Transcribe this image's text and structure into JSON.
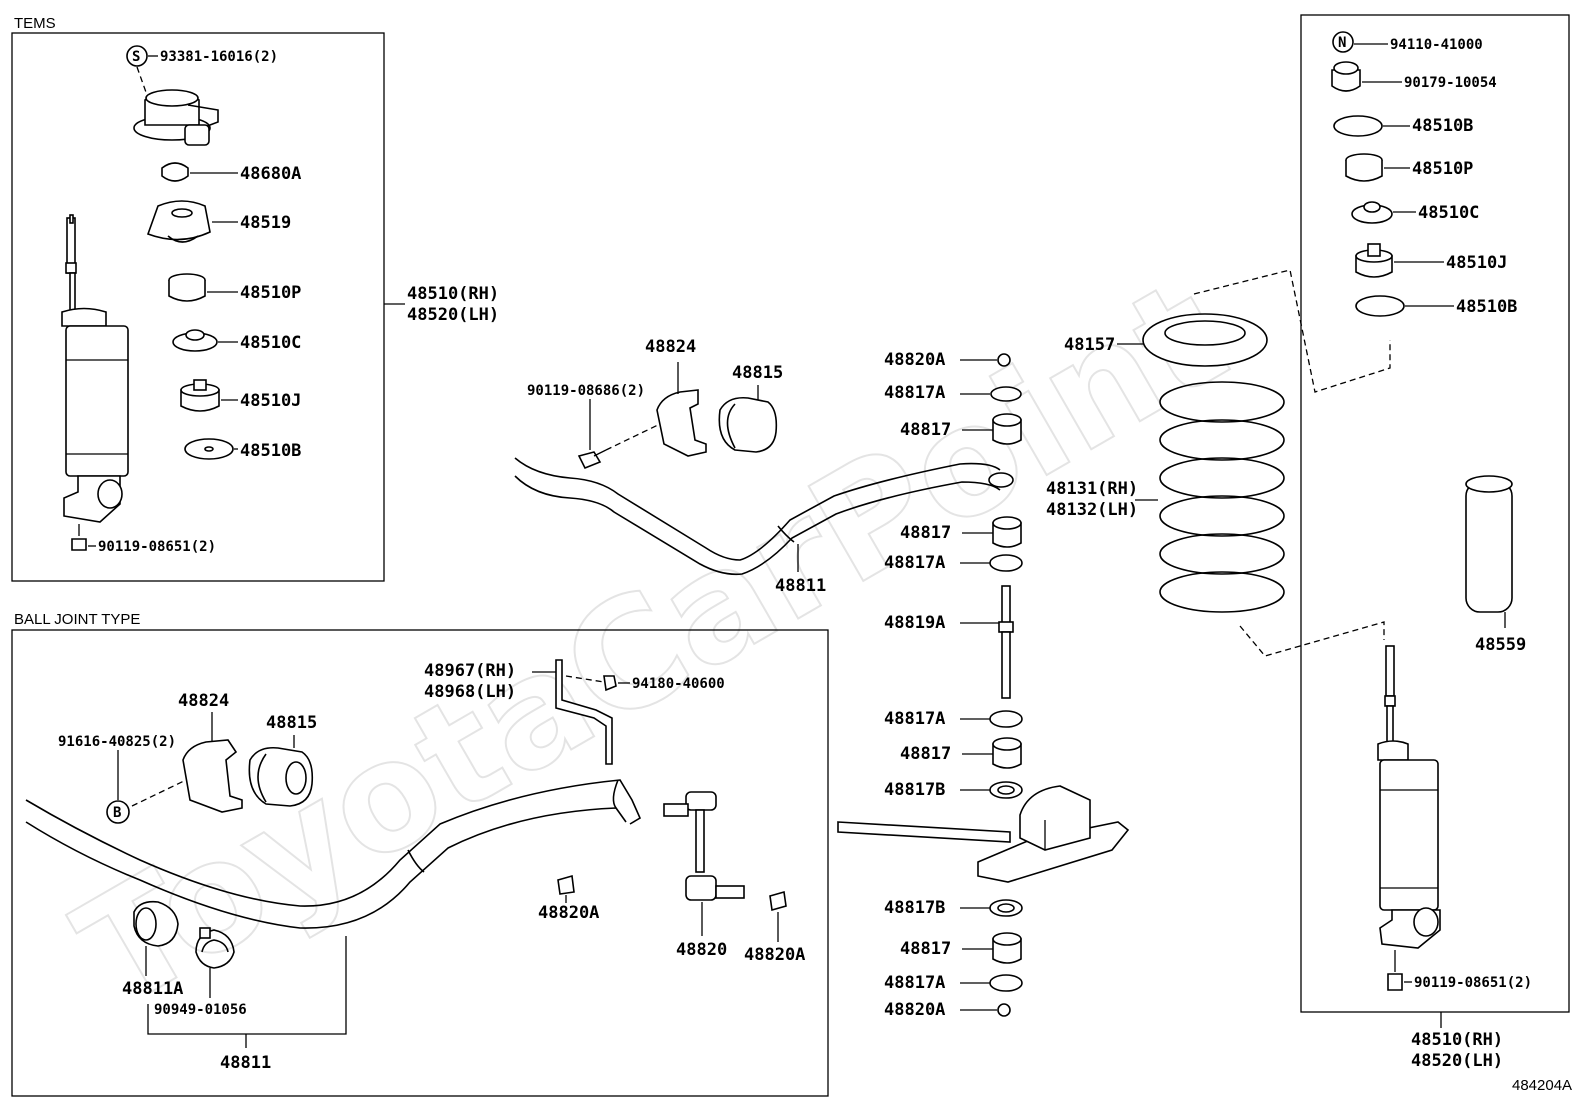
{
  "sections": {
    "tems": "TEMS",
    "ball_joint": "BALL JOINT TYPE"
  },
  "watermark": "ToyotaCarPoint",
  "diagram_id": "484204A",
  "labels": {
    "l_93381": "93381-16016(2)",
    "l_48680a": "48680A",
    "l_48519": "48519",
    "l_48510p_l": "48510P",
    "l_48510c_l": "48510C",
    "l_48510j_l": "48510J",
    "l_48510b_l": "48510B",
    "l_90119_8651_l": "90119-08651(2)",
    "l_48510rh_l": "48510(RH)",
    "l_48520lh_l": "48520(LH)",
    "l_90119_8686": "90119-08686(2)",
    "l_48824_t": "48824",
    "l_48815_t": "48815",
    "l_48811_t": "48811",
    "l_48820a_1": "48820A",
    "l_48817a_1": "48817A",
    "l_48817_1": "48817",
    "l_48817_2": "48817",
    "l_48817a_2": "48817A",
    "l_48819a": "48819A",
    "l_48817a_3": "48817A",
    "l_48817_3": "48817",
    "l_48817b_1": "48817B",
    "l_48817b_2": "48817B",
    "l_48817_4": "48817",
    "l_48817a_4": "48817A",
    "l_48820a_2": "48820A",
    "l_48157": "48157",
    "l_48131rh": "48131(RH)",
    "l_48132lh": "48132(LH)",
    "l_94110": "94110-41000",
    "l_90179": "90179-10054",
    "l_48510b_r1": "48510B",
    "l_48510p_r": "48510P",
    "l_48510c_r": "48510C",
    "l_48510j_r": "48510J",
    "l_48510b_r2": "48510B",
    "l_48559": "48559",
    "l_90119_8651_r": "90119-08651(2)",
    "l_48510rh_r": "48510(RH)",
    "l_48520lh_r": "48520(LH)",
    "l_48967rh": "48967(RH)",
    "l_48968lh": "48968(LH)",
    "l_94180": "94180-40600",
    "l_91616": "91616-40825(2)",
    "l_48824_b": "48824",
    "l_48815_b": "48815",
    "l_48820a_b1": "48820A",
    "l_48820": "48820",
    "l_48820a_b2": "48820A",
    "l_48811a": "48811A",
    "l_90949": "90949-01056",
    "l_48811_b": "48811"
  },
  "symbols": {
    "s_mark": "S",
    "n_mark": "N",
    "b_mark": "B"
  }
}
